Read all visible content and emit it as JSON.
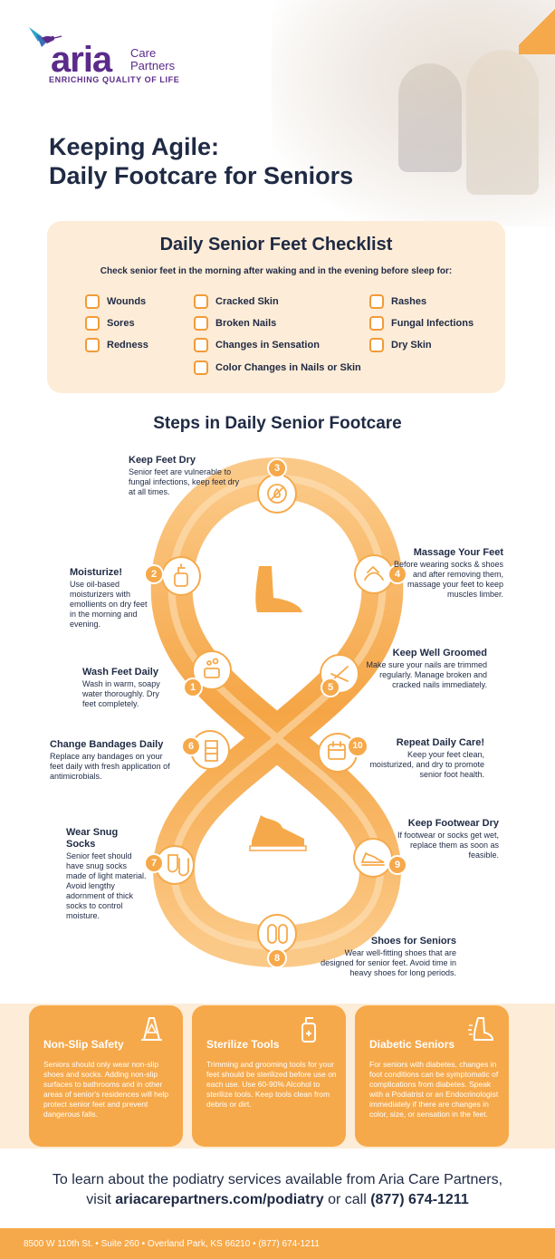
{
  "brand": {
    "name": "aria",
    "care": "Care",
    "partners": "Partners",
    "tagline": "ENRICHING QUALITY OF LIFE"
  },
  "title": {
    "line1": "Keeping Agile:",
    "line2": "Daily Footcare for Seniors"
  },
  "checklist": {
    "title": "Daily Senior Feet Checklist",
    "subtitle": "Check senior feet in the morning after waking and in the evening before sleep for:",
    "items": [
      "Wounds",
      "Sores",
      "Redness",
      "Cracked Skin",
      "Broken Nails",
      "Changes in Sensation",
      "Color Changes in Nails or Skin",
      "Rashes",
      "Fungal Infections",
      "Dry Skin"
    ]
  },
  "steps": {
    "title": "Steps in Daily Senior Footcare",
    "items": [
      {
        "num": "1",
        "title": "Wash Feet Daily",
        "text": "Wash in warm, soapy water thoroughly. Dry feet completely.",
        "icon": "soap-icon"
      },
      {
        "num": "2",
        "title": "Moisturize!",
        "text": "Use oil-based moisturizers with emollients on dry feet in the morning and evening.",
        "icon": "lotion-bottle-icon"
      },
      {
        "num": "3",
        "title": "Keep Feet Dry",
        "text": "Senior feet are vulnerable to fungal infections, keep feet dry at all times.",
        "icon": "no-water-icon"
      },
      {
        "num": "4",
        "title": "Massage Your Feet",
        "text": "Before wearing socks & shoes and after removing them, massage your feet to keep muscles limber.",
        "icon": "massage-hands-icon"
      },
      {
        "num": "5",
        "title": "Keep Well Groomed",
        "text": "Make sure your nails are trimmed regularly. Manage broken and cracked nails immediately.",
        "icon": "nail-clipper-icon"
      },
      {
        "num": "6",
        "title": "Change Bandages Daily",
        "text": "Replace any bandages on your feet daily with fresh application of antimicrobials.",
        "icon": "bandaged-foot-icon"
      },
      {
        "num": "7",
        "title": "Wear Snug Socks",
        "text": "Senior feet should have snug socks made of light material. Avoid lengthy adornment of thick socks to control moisture.",
        "icon": "socks-icon"
      },
      {
        "num": "8",
        "title": "Shoes for Seniors",
        "text": "Wear well-fitting shoes that are designed for senior feet. Avoid time in heavy shoes for long periods.",
        "icon": "slippers-icon"
      },
      {
        "num": "9",
        "title": "Keep Footwear Dry",
        "text": "If footwear or socks get wet, replace them as soon as feasible.",
        "icon": "shoe-icon"
      },
      {
        "num": "10",
        "title": "Repeat Daily Care!",
        "text": "Keep your feet clean, moisturized, and dry to promote senior foot health.",
        "icon": "calendar-repeat-icon"
      }
    ]
  },
  "cards": [
    {
      "title": "Non-Slip Safety",
      "text": "Seniors should only wear non-slip shoes and socks. Adding non-slip surfaces to bathrooms and in other areas of senior's residences will help protect senior feet and prevent dangerous falls.",
      "icon": "wet-floor-sign-icon"
    },
    {
      "title": "Sterilize Tools",
      "text": "Trimming and grooming tools for your feet should be sterilized before use on each use. Use 60-90% Alcohol to sterilize tools. Keep tools clean from debris or dirt.",
      "icon": "spray-bottle-icon"
    },
    {
      "title": "Diabetic Seniors",
      "text": "For seniors with diabetes, changes in foot conditions can be symptomatic of complications from diabetes. Speak with a Podiatrist or an Endocrinologist immediately if there are changes in color, size, or sensation in the feet.",
      "icon": "foot-pain-icon"
    }
  ],
  "cta": {
    "line1": "To learn about the podiatry services available from Aria Care Partners,",
    "visit": "visit",
    "url": "ariacarepartners.com/podiatry",
    "or_call": "or call",
    "phone": "(877) 674-1211"
  },
  "footer": {
    "address": "8500 W 110th St.  •  Suite 260  •  Overland Park, KS 66210  •  (877) 674-1211"
  },
  "colors": {
    "accent": "#f6a94a",
    "accent_light": "#fdecd7",
    "brand": "#5b2b8a",
    "text": "#1f2a44"
  }
}
